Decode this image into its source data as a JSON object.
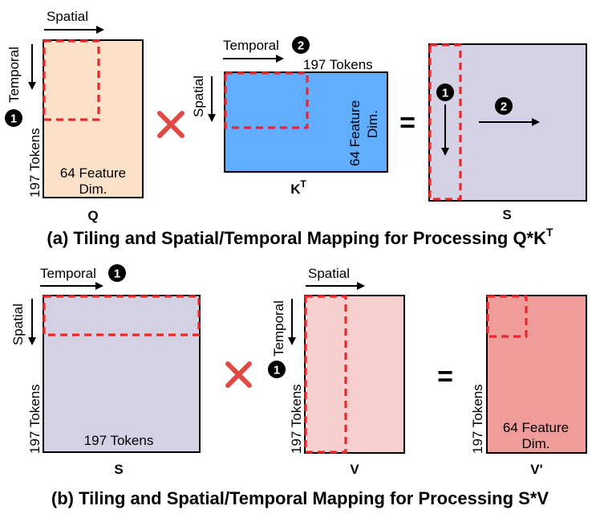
{
  "colors": {
    "q_fill": "#fbe1c7",
    "kt_fill": "#61adff",
    "s_fill": "#d3d1e3",
    "v_fill": "#f8cfcf",
    "vp_fill": "#f09c9a",
    "tile_dash": "#e8292b",
    "times_sign": "#e14a44"
  },
  "panel_a": {
    "q": {
      "top_label": "Spatial",
      "left_label": "Temporal",
      "badge": "1",
      "side_label": "197 Tokens",
      "inner_line1": "64 Feature",
      "inner_line2": "Dim.",
      "name": "Q"
    },
    "kt": {
      "top_label": "Temporal",
      "badge": "2",
      "tokens_label": "197 Tokens",
      "left_label": "Spatial",
      "inner_line1": "64 Feature",
      "inner_line2": "Dim.",
      "name": "K",
      "name_sup": "T"
    },
    "equals": "=",
    "s": {
      "badge1": "1",
      "badge2": "2",
      "name": "S"
    },
    "caption": "(a) Tiling and Spatial/Temporal Mapping for Processing Q*K",
    "caption_sup": "T"
  },
  "panel_b": {
    "s": {
      "top_label": "Temporal",
      "badge": "1",
      "left_label": "Spatial",
      "side_label": "197 Tokens",
      "inner": "197 Tokens",
      "name": "S"
    },
    "v": {
      "top_label": "Spatial",
      "left_label": "Temporal",
      "badge": "1",
      "side_label": "197 Tokens",
      "name": "V"
    },
    "equals": "=",
    "vp": {
      "side_label": "197 Tokens",
      "inner_line1": "64 Feature",
      "inner_line2": "Dim.",
      "name": "V'"
    },
    "caption": "(b) Tiling and Spatial/Temporal Mapping for Processing S*V"
  }
}
